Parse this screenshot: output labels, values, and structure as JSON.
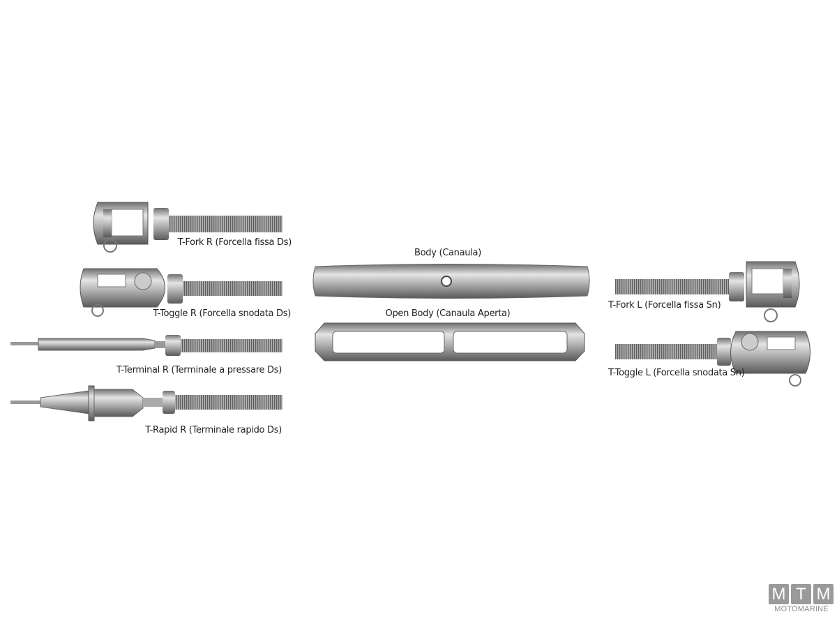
{
  "parts": {
    "t_fork_r": "T-Fork R (Forcella fissa Ds)",
    "t_toggle_r": "T-Toggle R (Forcella snodata Ds)",
    "t_terminal_r": "T-Terminal R (Terminale a pressare Ds)",
    "t_rapid_r": "T-Rapid R (Terminale rapido Ds)",
    "body": "Body (Canaula)",
    "open_body": "Open Body (Canaula Aperta)",
    "t_fork_l": "T-Fork L (Forcella fissa Sn)",
    "t_toggle_l": "T-Toggle L (Forcella snodata Sn)"
  },
  "logo": {
    "letters": [
      "M",
      "T",
      "M"
    ],
    "name": "MOTOMARINE"
  }
}
